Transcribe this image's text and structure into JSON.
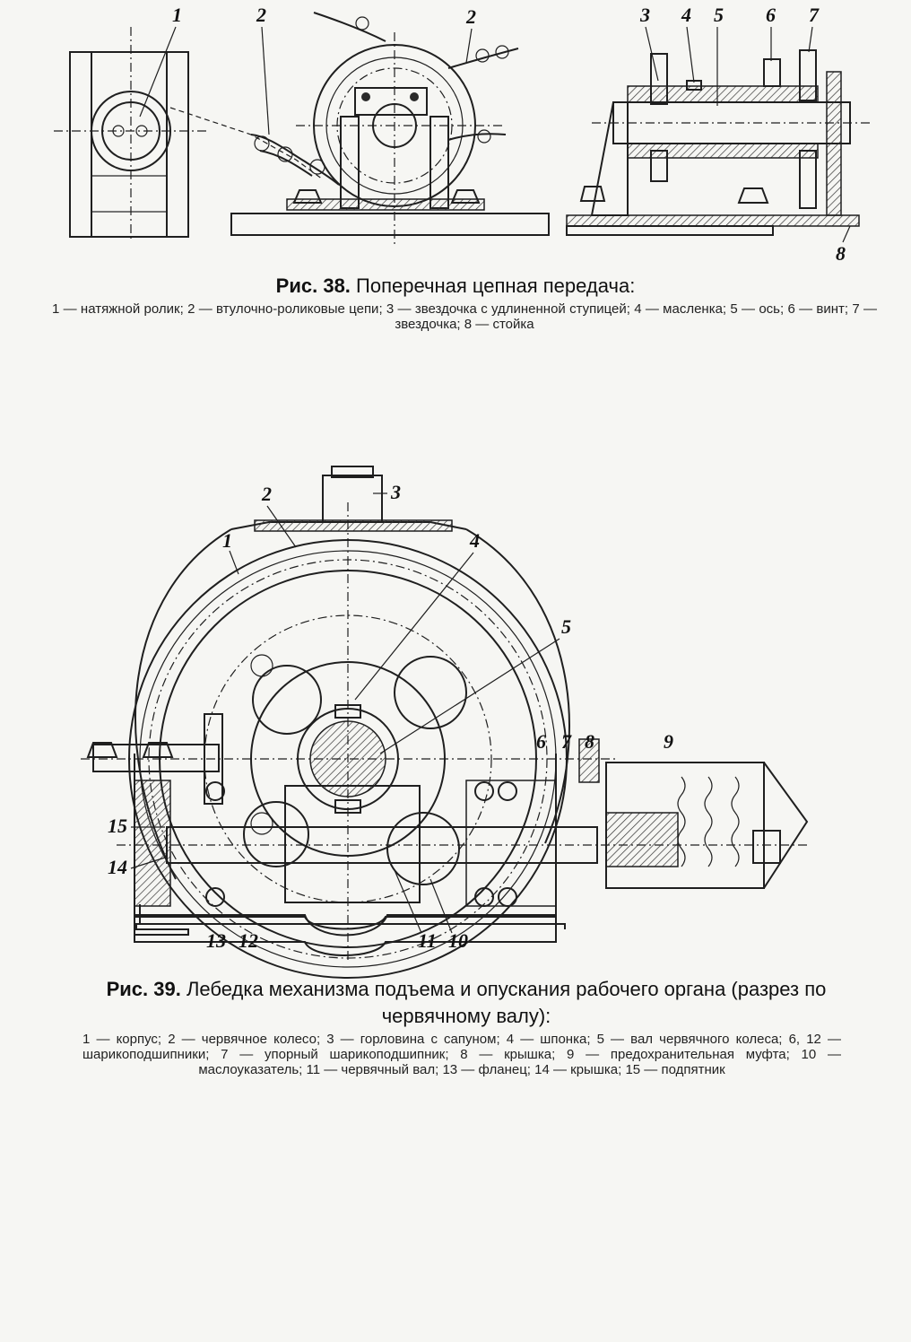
{
  "figure38": {
    "fig_label": "Рис. 38.",
    "title": "Поперечная цепная передача:",
    "callouts": [
      "1",
      "2",
      "2",
      "3",
      "4",
      "5",
      "6",
      "7",
      "8"
    ],
    "legend": "1 — натяжной ролик; 2 — втулочно-роликовые цепи; 3 — звездочка с удлиненной ступицей; 4 — масленка; 5 — ось; 6 — винт; 7 — звездочка; 8 — стойка"
  },
  "figure39": {
    "fig_label": "Рис. 39.",
    "title": "Лебедка механизма подъема и опускания рабочего органа (разрез по червячному валу):",
    "callouts": [
      "1",
      "2",
      "3",
      "4",
      "5",
      "6",
      "7",
      "8",
      "9",
      "10",
      "11",
      "12",
      "13",
      "14",
      "15"
    ],
    "legend": "1 — корпус; 2 — червячное колесо; 3 — горловина с сапуном; 4 — шпонка; 5 — вал червячного колеса; 6, 12 — шарикоподшипники; 7 — упорный шарикоподшипник; 8 — крышка; 9 — предохранительная муфта; 10 — маслоуказатель; 11 — червячный вал; 13 — фланец; 14 — крышка; 15 — подпятник"
  }
}
